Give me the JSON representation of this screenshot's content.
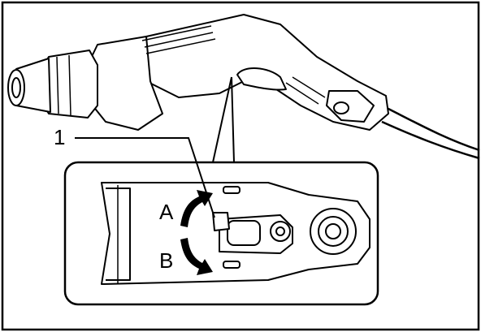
{
  "figure": {
    "callout_number": "1",
    "arrow_up_label": "A",
    "arrow_down_label": "B"
  },
  "icons": {
    "drill": "rotary-hammer-drill-icon",
    "switch": "reversing-switch-lever-icon"
  },
  "colors": {
    "stroke": "#000000",
    "background": "#ffffff"
  }
}
